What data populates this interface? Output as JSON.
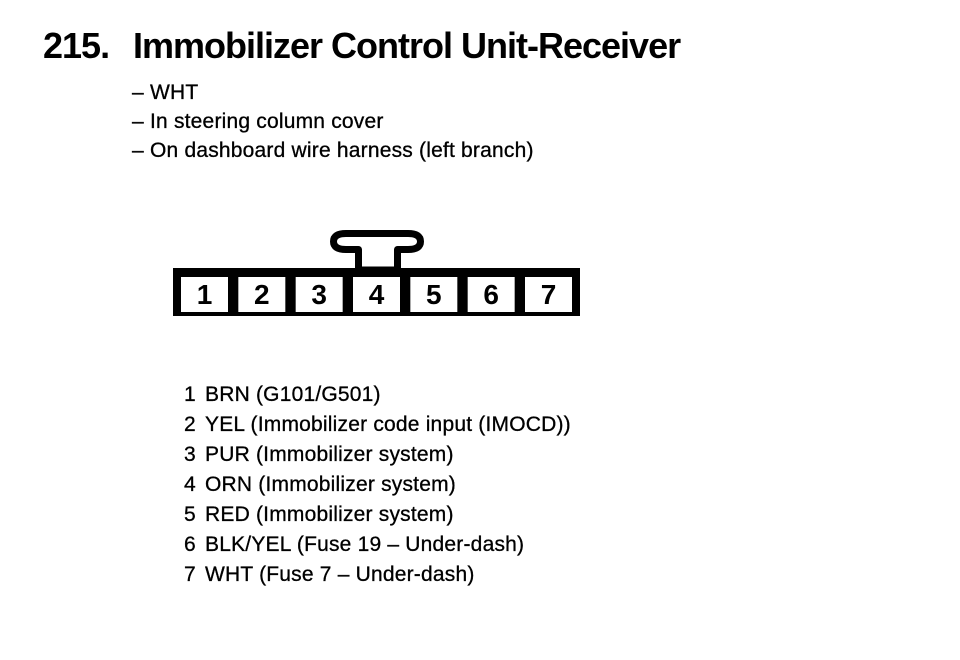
{
  "colors": {
    "ink": "#000000",
    "paper": "#ffffff"
  },
  "header": {
    "figure_number": "215.",
    "title": "Immobilizer Control Unit-Receiver"
  },
  "notes": [
    {
      "bullet": "–",
      "text": "WHT"
    },
    {
      "bullet": "–",
      "text": "In steering column cover"
    },
    {
      "bullet": "–",
      "text": "On dashboard wire harness (left branch)"
    }
  ],
  "connector": {
    "pins": [
      "1",
      "2",
      "3",
      "4",
      "5",
      "6",
      "7"
    ]
  },
  "pin_list": [
    {
      "pin": "1",
      "desc": "BRN (G101/G501)"
    },
    {
      "pin": "2",
      "desc": "YEL (Immobilizer code input (IMOCD))"
    },
    {
      "pin": "3",
      "desc": "PUR (Immobilizer system)"
    },
    {
      "pin": "4",
      "desc": "ORN (Immobilizer system)"
    },
    {
      "pin": "5",
      "desc": "RED (Immobilizer system)"
    },
    {
      "pin": "6",
      "desc": "BLK/YEL (Fuse 19 – Under-dash)"
    },
    {
      "pin": "7",
      "desc": "WHT (Fuse 7 – Under-dash)"
    }
  ]
}
